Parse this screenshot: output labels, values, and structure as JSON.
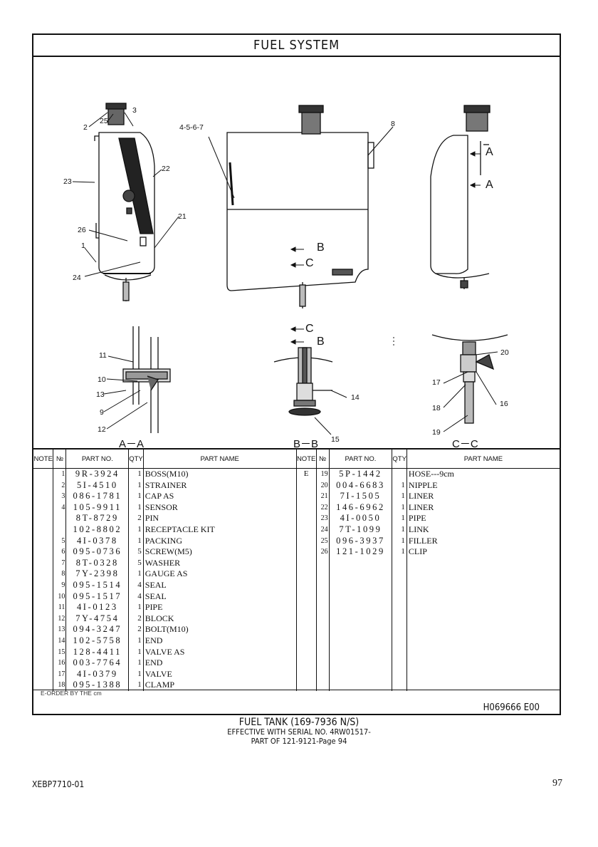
{
  "page_title": "FUEL SYSTEM",
  "callouts": {
    "c2": "2",
    "c25": "25",
    "c3": "3",
    "c23": "23",
    "c22": "22",
    "c26": "26",
    "c21": "21",
    "c1": "1",
    "c24": "24",
    "c4567": "4-5-6-7",
    "c8": "8",
    "c11": "11",
    "c10": "10",
    "c13": "13",
    "c9": "9",
    "c12": "12",
    "c14": "14",
    "c15": "15",
    "c20": "20",
    "c17": "17",
    "c16": "16",
    "c18": "18",
    "c19": "19",
    "secA": "A",
    "secB": "B",
    "secC": "C"
  },
  "section_labels": {
    "aa": "A－A",
    "bb": "B－B",
    "cc": "C－C"
  },
  "table": {
    "headers": {
      "note": "NOTE",
      "no": "№",
      "part_no": "PART NO.",
      "qty": "QTY",
      "part_name": "PART NAME"
    },
    "left_rows": [
      {
        "note": "",
        "no": "1",
        "part_no": "9R-3924",
        "qty": "1",
        "name": "BOSS(M10)"
      },
      {
        "note": "",
        "no": "2",
        "part_no": "5I-4510",
        "qty": "1",
        "name": "STRAINER"
      },
      {
        "note": "",
        "no": "3",
        "part_no": "086-1781",
        "qty": "1",
        "name": "CAP AS"
      },
      {
        "note": "",
        "no": "4",
        "part_no": "105-9911",
        "qty": "1",
        "name": "SENSOR"
      },
      {
        "note": "",
        "no": "",
        "part_no": "8T-8729",
        "qty": "2",
        "name": " PIN"
      },
      {
        "note": "",
        "no": "",
        "part_no": "102-8802",
        "qty": "1",
        "name": " RECEPTACLE KIT"
      },
      {
        "note": "",
        "no": "5",
        "part_no": "4I-0378",
        "qty": "1",
        "name": "PACKING"
      },
      {
        "note": "",
        "no": "6",
        "part_no": "095-0736",
        "qty": "5",
        "name": "SCREW(M5)"
      },
      {
        "note": "",
        "no": "7",
        "part_no": "8T-0328",
        "qty": "5",
        "name": "WASHER"
      },
      {
        "note": "",
        "no": "8",
        "part_no": "7Y-2398",
        "qty": "1",
        "name": "GAUGE AS"
      },
      {
        "note": "",
        "no": "9",
        "part_no": "095-1514",
        "qty": "4",
        "name": " SEAL"
      },
      {
        "note": "",
        "no": "10",
        "part_no": "095-1517",
        "qty": "4",
        "name": " SEAL"
      },
      {
        "note": "",
        "no": "11",
        "part_no": "4I-0123",
        "qty": "1",
        "name": " PIPE"
      },
      {
        "note": "",
        "no": "12",
        "part_no": "7Y-4754",
        "qty": "2",
        "name": " BLOCK"
      },
      {
        "note": "",
        "no": "13",
        "part_no": "094-3247",
        "qty": "2",
        "name": " BOLT(M10)"
      },
      {
        "note": "",
        "no": "14",
        "part_no": "102-5758",
        "qty": "1",
        "name": "END"
      },
      {
        "note": "",
        "no": "15",
        "part_no": "128-4411",
        "qty": "1",
        "name": "VALVE AS"
      },
      {
        "note": "",
        "no": "16",
        "part_no": "003-7764",
        "qty": "1",
        "name": "END"
      },
      {
        "note": "",
        "no": "17",
        "part_no": "4I-0379",
        "qty": "1",
        "name": "VALVE"
      },
      {
        "note": "",
        "no": "18",
        "part_no": "095-1388",
        "qty": "1",
        "name": "CLAMP"
      }
    ],
    "right_rows": [
      {
        "note": "E",
        "no": "19",
        "part_no": "5P-1442",
        "qty": "",
        "name": "HOSE---9cm"
      },
      {
        "note": "",
        "no": "20",
        "part_no": "004-6683",
        "qty": "1",
        "name": "NIPPLE"
      },
      {
        "note": "",
        "no": "21",
        "part_no": "7I-1505",
        "qty": "1",
        "name": "LINER"
      },
      {
        "note": "",
        "no": "22",
        "part_no": "146-6962",
        "qty": "1",
        "name": "LINER"
      },
      {
        "note": "",
        "no": "23",
        "part_no": "4I-0050",
        "qty": "1",
        "name": "PIPE"
      },
      {
        "note": "",
        "no": "24",
        "part_no": "7T-1099",
        "qty": "1",
        "name": "LINK"
      },
      {
        "note": "",
        "no": "25",
        "part_no": "096-3937",
        "qty": "1",
        "name": "FILLER"
      },
      {
        "note": "",
        "no": "26",
        "part_no": "121-1029",
        "qty": "1",
        "name": "CLIP"
      }
    ]
  },
  "footnote": "E-ORDER BY THE cm",
  "drawing_number": "H069666 E00",
  "subtitle": {
    "line1": "FUEL TANK (169-7936 N/S)",
    "line2": "EFFECTIVE WITH SERIAL NO. 4RW01517-",
    "line3": "PART OF 121-9121-Page 94"
  },
  "doc_id": "XEBP7710-01",
  "page_number": "97"
}
